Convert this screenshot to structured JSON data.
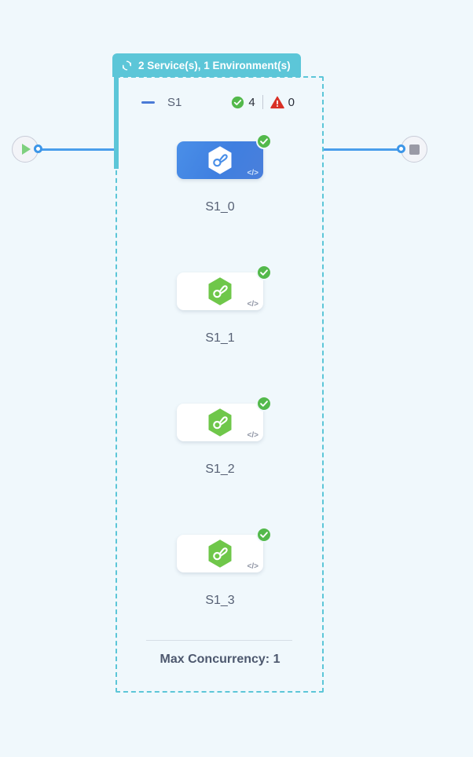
{
  "canvas": {
    "background_color": "#f0f8fc"
  },
  "group": {
    "header": {
      "icon": "refresh-icon",
      "label": "2 Service(s), 1 Environment(s)",
      "background_color": "#5cc6d8",
      "text_color": "#ffffff"
    },
    "border_color": "#5cc6d8",
    "service": {
      "collapse_icon": "minus-icon",
      "name": "S1",
      "success": {
        "icon": "check-circle-icon",
        "count": "4",
        "color": "#53b94b"
      },
      "warning": {
        "icon": "warning-triangle-icon",
        "count": "0",
        "color": "#d93025"
      }
    },
    "footer": {
      "max_concurrency_label": "Max Concurrency: 1"
    }
  },
  "terminals": {
    "start": {
      "icon": "play-icon",
      "icon_color": "#7ed07e"
    },
    "end": {
      "icon": "stop-square-icon",
      "icon_color": "#9a9aa6"
    }
  },
  "edges": {
    "color": "#4a9eeb"
  },
  "nodes": [
    {
      "label": "S1_0",
      "selected": true,
      "status": "ok",
      "status_icon": "check-circle-icon",
      "code_icon": "</>",
      "icon": "hexagon-loop-icon",
      "icon_color": "#ffffff",
      "card_color": "#4a8fe8"
    },
    {
      "label": "S1_1",
      "selected": false,
      "status": "ok",
      "status_icon": "check-circle-icon",
      "code_icon": "</>",
      "icon": "hexagon-loop-icon",
      "icon_color": "#6fc74a",
      "card_color": "#ffffff"
    },
    {
      "label": "S1_2",
      "selected": false,
      "status": "ok",
      "status_icon": "check-circle-icon",
      "code_icon": "</>",
      "icon": "hexagon-loop-icon",
      "icon_color": "#6fc74a",
      "card_color": "#ffffff"
    },
    {
      "label": "S1_3",
      "selected": false,
      "status": "ok",
      "status_icon": "check-circle-icon",
      "code_icon": "</>",
      "icon": "hexagon-loop-icon",
      "icon_color": "#6fc74a",
      "card_color": "#ffffff"
    }
  ]
}
